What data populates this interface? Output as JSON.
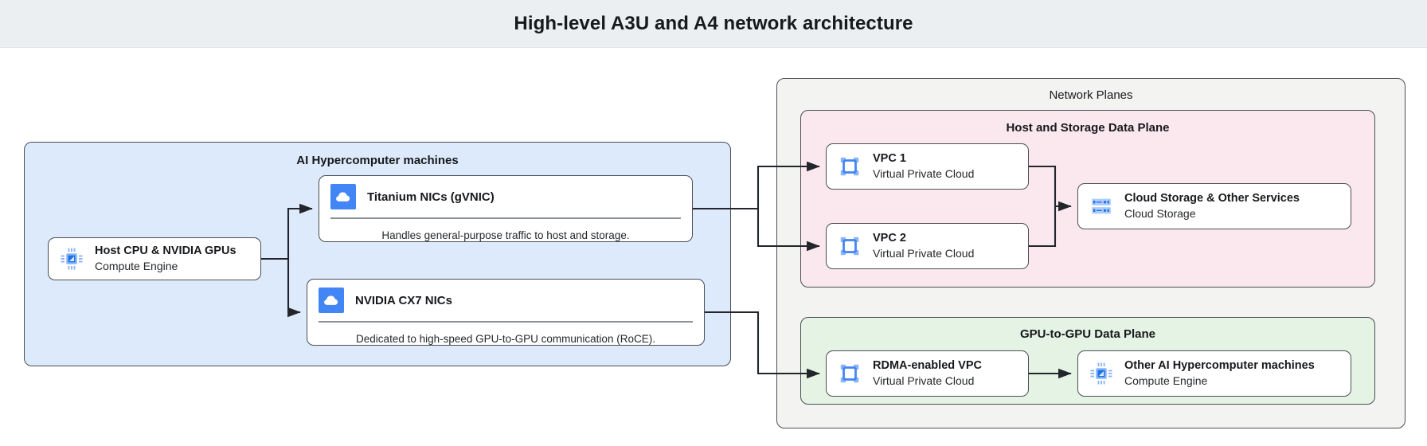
{
  "header": {
    "title": "High-level A3U and A4 network architecture"
  },
  "machines_panel": {
    "title": "AI Hypercomputer machines",
    "host": {
      "title": "Host CPU & NVIDIA GPUs",
      "subtitle": "Compute Engine",
      "icon": "cpu-chip-icon"
    },
    "nics": [
      {
        "title": "Titanium NICs (gVNIC)",
        "caption": "Handles general-purpose traffic to host and storage.",
        "icon": "cloud-icon"
      },
      {
        "title": "NVIDIA CX7 NICs",
        "caption": "Dedicated to high-speed GPU-to-GPU communication (RoCE).",
        "icon": "cloud-icon"
      }
    ]
  },
  "network_planes": {
    "title": "Network Planes",
    "host_storage_plane": {
      "title": "Host and Storage Data Plane",
      "nodes": [
        {
          "title": "VPC 1",
          "subtitle": "Virtual Private Cloud",
          "icon": "vpc-icon"
        },
        {
          "title": "VPC 2",
          "subtitle": "Virtual Private Cloud",
          "icon": "vpc-icon"
        },
        {
          "title": "Cloud Storage & Other Services",
          "subtitle": "Cloud Storage",
          "icon": "storage-rack-icon"
        }
      ]
    },
    "gpu_plane": {
      "title": "GPU-to-GPU Data Plane",
      "nodes": [
        {
          "title": "RDMA-enabled VPC",
          "subtitle": "Virtual Private Cloud",
          "icon": "vpc-icon"
        },
        {
          "title": "Other AI Hypercomputer machines",
          "subtitle": "Compute Engine",
          "icon": "cpu-chip-icon"
        }
      ]
    }
  },
  "colors": {
    "header_bg": "#eceff1",
    "machines_bg": "#ddeafb",
    "planes_bg": "#f3f3f2",
    "host_storage_bg": "#fae8ee",
    "gpu_plane_bg": "#e5f3e5",
    "icon_blue": "#4285f4",
    "icon_light_blue": "#8ab4f8",
    "stroke": "#4a4f54"
  }
}
